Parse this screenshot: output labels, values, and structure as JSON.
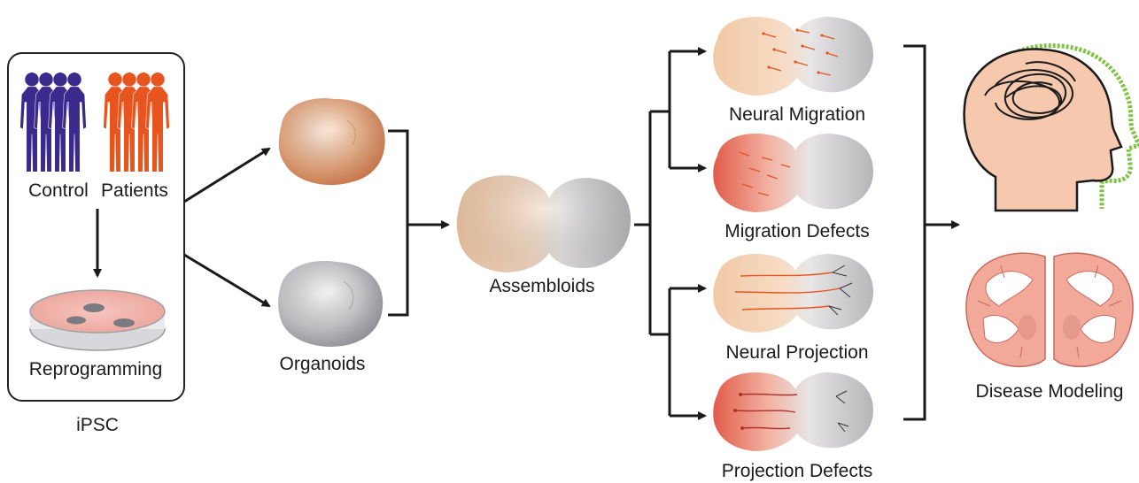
{
  "ipsc_panel": {
    "control_label": "Control",
    "patients_label": "Patients",
    "reprogramming_label": "Reprogramming",
    "caption": "iPSC"
  },
  "organoids_label": "Organoids",
  "assembloids_label": "Assembloids",
  "outcomes": [
    {
      "label": "Neural Migration"
    },
    {
      "label": "Migration Defects"
    },
    {
      "label": "Neural Projection"
    },
    {
      "label": "Projection Defects"
    }
  ],
  "disease_label": "Disease Modeling",
  "colors": {
    "control": "#3b2a8c",
    "patients": "#e8541e",
    "organoid_orange": "#f0a878",
    "organoid_gray": "#c9c9cc",
    "defect_red": "#e05a4a",
    "green_outline": "#7dc242",
    "skin": "#f6c8ad",
    "brain": "#f2a99a"
  }
}
